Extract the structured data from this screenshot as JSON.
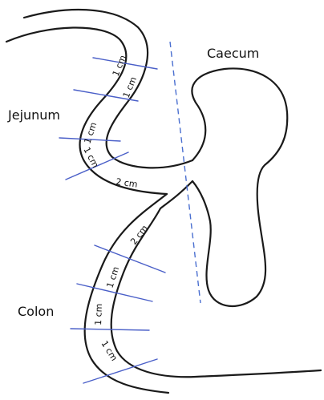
{
  "labels": {
    "caecum": "Caecum",
    "jejunum": "Jejunum",
    "colon": "Colon"
  },
  "segments": [
    "1 cm",
    "1 cm",
    "1 cm",
    "1 cm",
    "2 cm",
    "2 cm",
    "1 cm",
    "1 cm",
    "1 cm"
  ],
  "colors": {
    "outline": "#1a1a1a",
    "cut_lines": "#4a5fc8",
    "dashed_line": "#4a6fd0"
  }
}
